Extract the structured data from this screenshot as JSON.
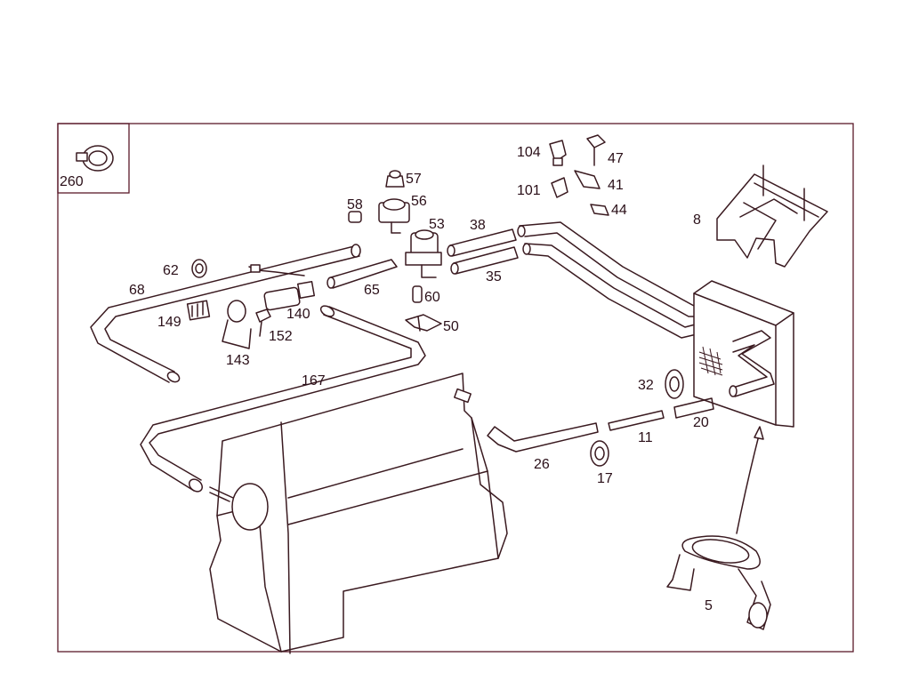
{
  "diagram": {
    "inset_label": "260",
    "callouts": {
      "p104": "104",
      "p47": "47",
      "p101": "101",
      "p41": "41",
      "p44": "44",
      "p57": "57",
      "p58": "58",
      "p56": "56",
      "p53": "53",
      "p38": "38",
      "p8": "8",
      "p62": "62",
      "p68": "68",
      "p65": "65",
      "p35": "35",
      "p60": "60",
      "p149": "149",
      "p140": "140",
      "p152": "152",
      "p50": "50",
      "p143": "143",
      "p167": "167",
      "p32": "32",
      "p11": "11",
      "p20": "20",
      "p26": "26",
      "p17": "17",
      "p5": "5"
    },
    "colors": {
      "line": "#3a1a20",
      "frame": "#5a1a2a",
      "text": "#2a0f18"
    }
  }
}
